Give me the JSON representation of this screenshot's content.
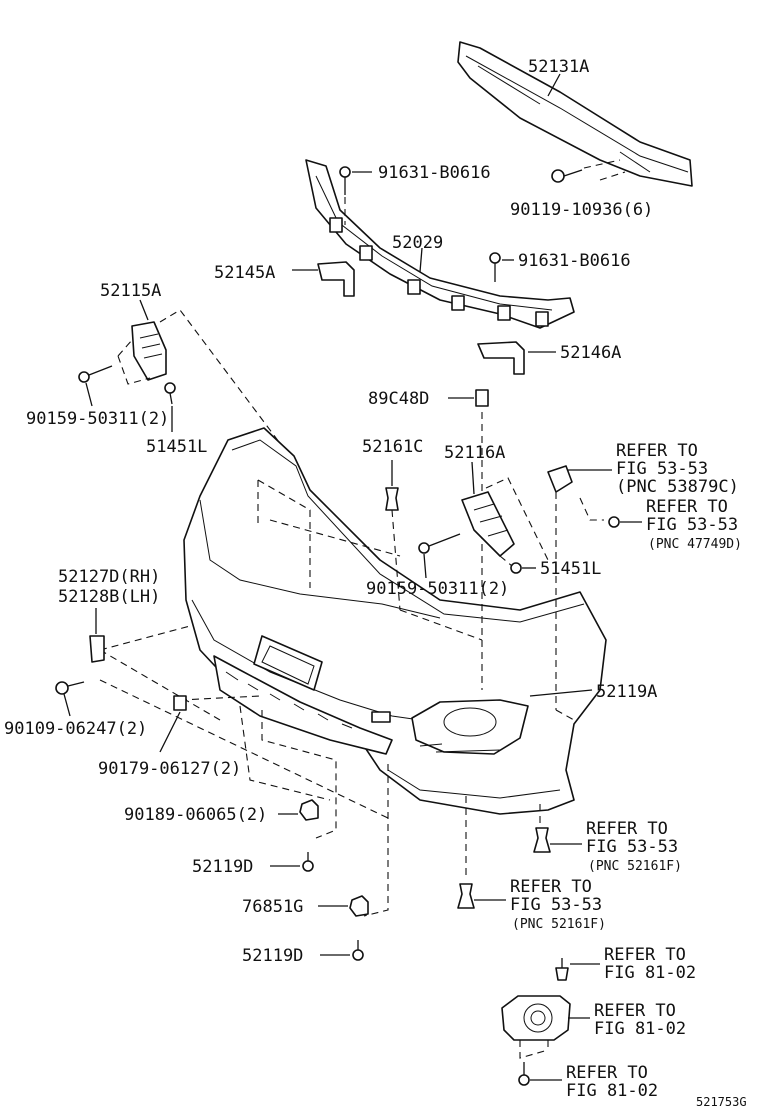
{
  "diagram_id": "521753G",
  "labels": {
    "l52131A": "52131A",
    "l91631a": "91631-B0616",
    "l90119": "90119-10936(6)",
    "l52029": "52029",
    "l52145A": "52145A",
    "l91631b": "91631-B0616",
    "l52146A": "52146A",
    "l52115A": "52115A",
    "l90159a": "90159-50311(2)",
    "l51451La": "51451L",
    "l89C48D": "89C48D",
    "l52161C": "52161C",
    "l52116A": "52116A",
    "l90159b": "90159-50311(2)",
    "l51451Lb": "51451L",
    "l52127D": "52127D(RH)",
    "l52128B": "52128B(LH)",
    "l90109": "90109-06247(2)",
    "l90179": "90179-06127(2)",
    "l52119A": "52119A",
    "l90189": "90189-06065(2)",
    "l52119Da": "52119D",
    "l76851G": "76851G",
    "l52119Db": "52119D"
  },
  "refs": {
    "r1": {
      "l1": "REFER TO",
      "l2": "FIG 53-53",
      "l3": "(PNC 53879C)"
    },
    "r2": {
      "l1": "REFER TO",
      "l2": "FIG 53-53",
      "l3": "(PNC 47749D)"
    },
    "r3": {
      "l1": "REFER TO",
      "l2": "FIG 53-53",
      "l3": "(PNC 52161F)"
    },
    "r4": {
      "l1": "REFER TO",
      "l2": "FIG 53-53",
      "l3": "(PNC 52161F)"
    },
    "r5": {
      "l1": "REFER TO",
      "l2": "FIG 81-02"
    },
    "r6": {
      "l1": "REFER TO",
      "l2": "FIG 81-02"
    },
    "r7": {
      "l1": "REFER TO",
      "l2": "FIG 81-02"
    }
  }
}
